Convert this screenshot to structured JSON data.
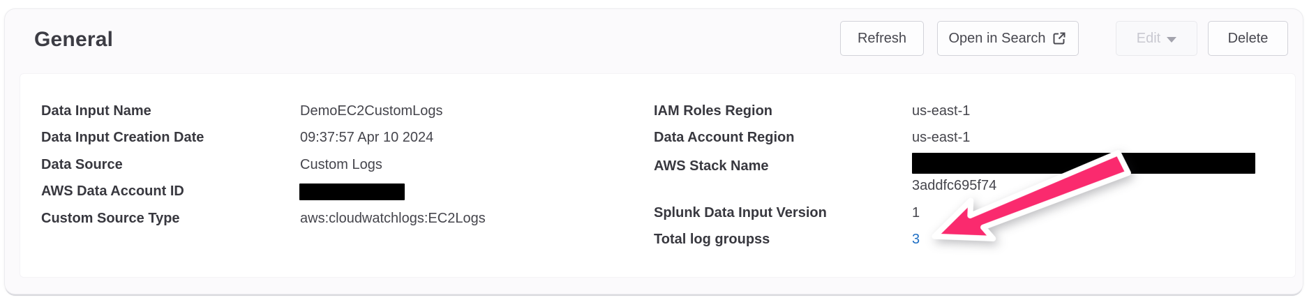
{
  "header": {
    "title": "General"
  },
  "toolbar": {
    "refresh_label": "Refresh",
    "open_in_search_label": "Open in Search",
    "edit_label": "Edit",
    "delete_label": "Delete"
  },
  "fields": {
    "left": [
      {
        "label": "Data Input Name",
        "value": "DemoEC2CustomLogs"
      },
      {
        "label": "Data Input Creation Date",
        "value": "09:37:57 Apr 10 2024"
      },
      {
        "label": "Data Source",
        "value": "Custom Logs"
      },
      {
        "label": "AWS Data Account ID",
        "value": "",
        "redacted": true
      },
      {
        "label": "Custom Source Type",
        "value": "aws:cloudwatchlogs:EC2Logs"
      }
    ],
    "right": [
      {
        "label": "IAM Roles Region",
        "value": "us-east-1"
      },
      {
        "label": "Data Account Region",
        "value": "us-east-1"
      },
      {
        "label": "AWS Stack Name",
        "value": "3addfc695f74",
        "redacted": true
      },
      {
        "label": "Splunk Data Input Version",
        "value": "1"
      },
      {
        "label": "Total log groupss",
        "value": "3",
        "link": true
      }
    ]
  },
  "colors": {
    "accent_pink": "#fa2a6e",
    "link_blue": "#1f6fc4",
    "redaction": "#000000"
  }
}
